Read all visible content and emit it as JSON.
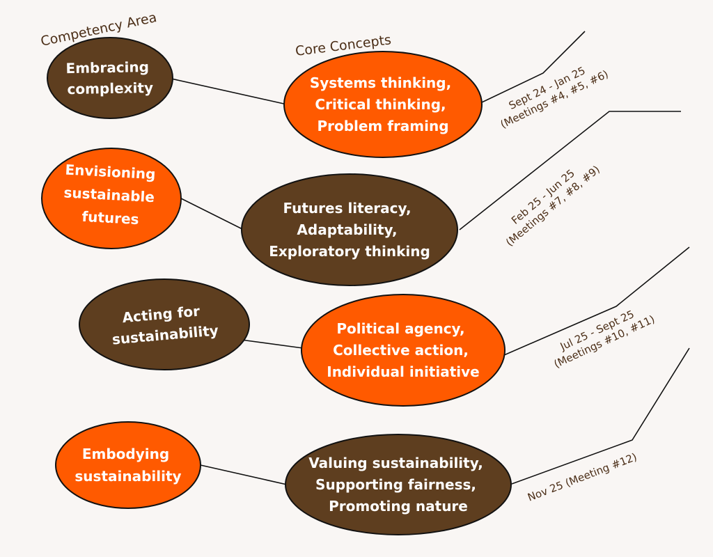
{
  "headers": {
    "competency_area": "Competency Area",
    "core_concepts": "Core Concepts"
  },
  "rows": [
    {
      "competency": {
        "lines": [
          "Embracing",
          "complexity"
        ],
        "color": "#5e3e1f"
      },
      "concepts": {
        "lines": [
          "Systems thinking,",
          "Critical thinking,",
          "Problem framing"
        ],
        "color": "#ff5a00"
      },
      "timeline": {
        "lines": [
          "Sept 24 - Jan 25",
          "(Meetings #4, #5, #6)"
        ]
      }
    },
    {
      "competency": {
        "lines": [
          "Envisioning",
          "sustainable",
          "futures"
        ],
        "color": "#ff5a00"
      },
      "concepts": {
        "lines": [
          "Futures literacy,",
          "Adaptability,",
          "Exploratory thinking"
        ],
        "color": "#5e3e1f"
      },
      "timeline": {
        "lines": [
          "Feb 25 - Jun 25",
          "(Meetings #7, #8, #9)"
        ]
      }
    },
    {
      "competency": {
        "lines": [
          "Acting for",
          "sustainability"
        ],
        "color": "#5e3e1f"
      },
      "concepts": {
        "lines": [
          "Political agency,",
          "Collective action,",
          "Individual initiative"
        ],
        "color": "#ff5a00"
      },
      "timeline": {
        "lines": [
          "Jul 25 - Sept 25",
          "(Meetings #10, #11)"
        ]
      }
    },
    {
      "competency": {
        "lines": [
          "Embodying",
          "sustainability"
        ],
        "color": "#ff5a00"
      },
      "concepts": {
        "lines": [
          "Valuing sustainability,",
          "Supporting fairness,",
          "Promoting nature"
        ],
        "color": "#5e3e1f"
      },
      "timeline": {
        "lines": [
          "Nov 25 (Meeting #12)"
        ]
      }
    }
  ],
  "colors": {
    "orange": "#ff5a00",
    "brown": "#5e3e1f",
    "background": "#f9f6f4",
    "line": "#111111",
    "label": "#4b2e17"
  }
}
